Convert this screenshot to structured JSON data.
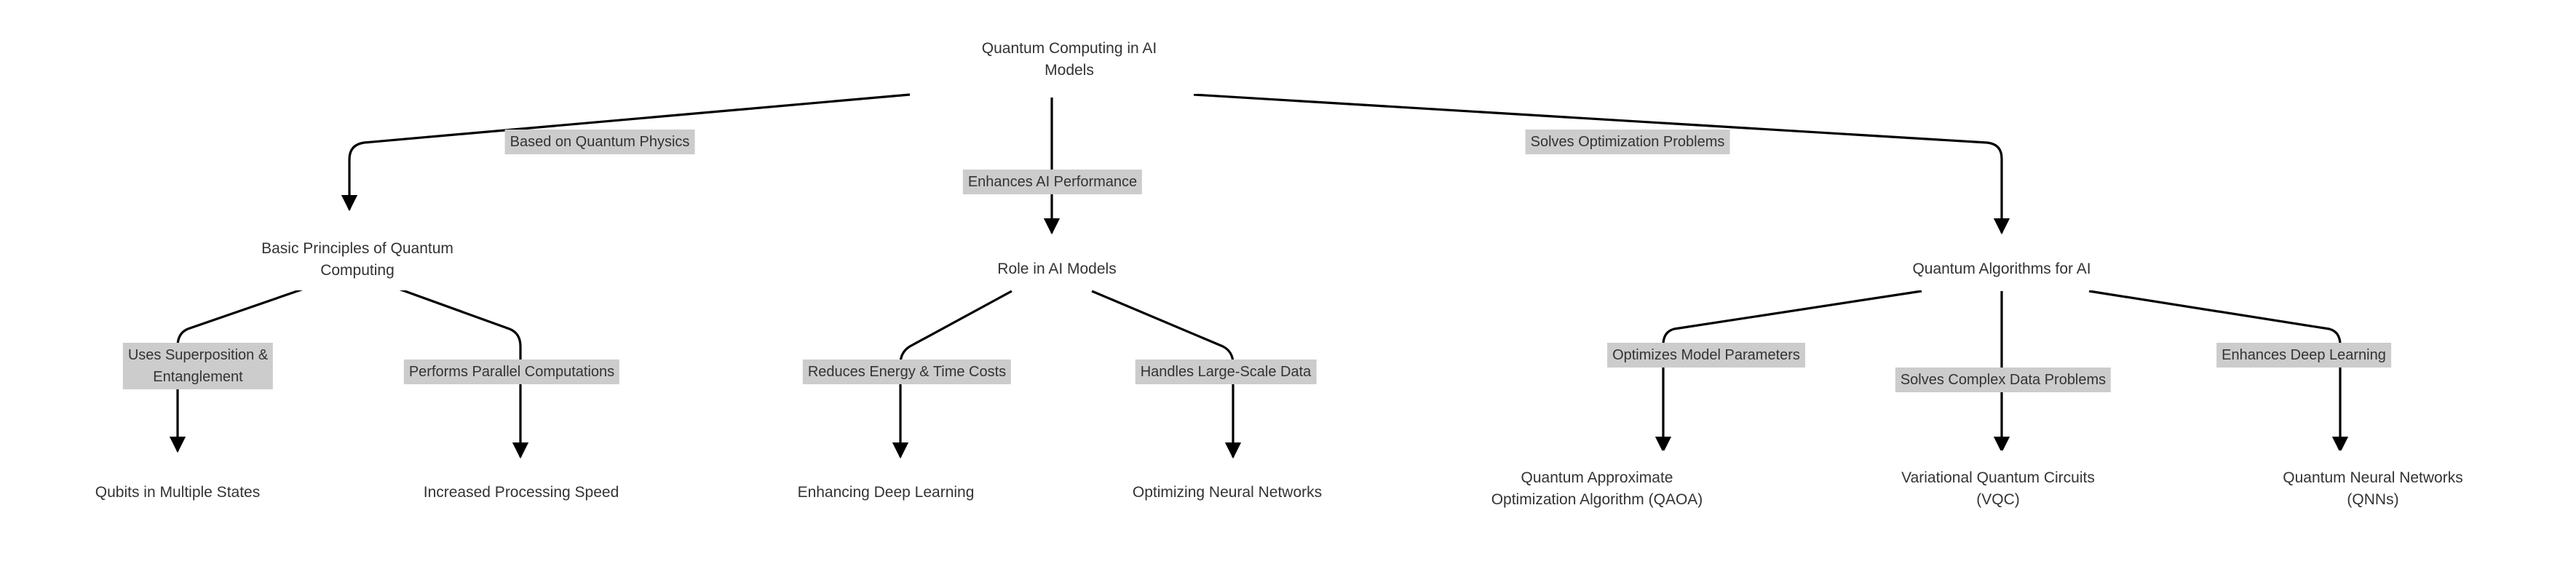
{
  "diagram": {
    "type": "flowchart",
    "orientation": "top-down",
    "title_node_id": "root",
    "palette": {
      "node_border_start": "#0a32ec",
      "node_border_end": "#ec1c5e",
      "node_fill": "#ffffff",
      "node_text": "#333333",
      "edge_stroke": "#000000",
      "edge_label_bg": "#cccccc",
      "edge_label_text": "#333333",
      "canvas_bg": "#ffffff"
    },
    "nodes": [
      {
        "id": "root",
        "label": "Quantum Computing in AI\nModels",
        "level": 0
      },
      {
        "id": "basic",
        "label": "Basic Principles of Quantum\nComputing",
        "level": 1
      },
      {
        "id": "role",
        "label": "Role in AI Models",
        "level": 1
      },
      {
        "id": "algos",
        "label": "Quantum Algorithms for AI",
        "level": 1
      },
      {
        "id": "qubits",
        "label": "Qubits in Multiple States",
        "level": 2
      },
      {
        "id": "speed",
        "label": "Increased Processing Speed",
        "level": 2
      },
      {
        "id": "deeplearn",
        "label": "Enhancing Deep Learning",
        "level": 2
      },
      {
        "id": "optimizenn",
        "label": "Optimizing Neural Networks",
        "level": 2
      },
      {
        "id": "qaoa",
        "label": "Quantum Approximate\nOptimization Algorithm (QAOA)",
        "level": 2
      },
      {
        "id": "vqc",
        "label": "Variational Quantum Circuits\n(VQC)",
        "level": 2
      },
      {
        "id": "qnn",
        "label": "Quantum Neural Networks\n(QNNs)",
        "level": 2
      }
    ],
    "edges": [
      {
        "id": "e1",
        "from": "root",
        "to": "basic",
        "label": "Based on Quantum Physics"
      },
      {
        "id": "e2",
        "from": "root",
        "to": "role",
        "label": "Enhances AI Performance"
      },
      {
        "id": "e3",
        "from": "root",
        "to": "algos",
        "label": "Solves Optimization Problems"
      },
      {
        "id": "e4",
        "from": "basic",
        "to": "qubits",
        "label": "Uses Superposition &\nEntanglement"
      },
      {
        "id": "e5",
        "from": "basic",
        "to": "speed",
        "label": "Performs Parallel Computations"
      },
      {
        "id": "e6",
        "from": "role",
        "to": "deeplearn",
        "label": "Reduces Energy & Time Costs"
      },
      {
        "id": "e7",
        "from": "role",
        "to": "optimizenn",
        "label": "Handles Large-Scale Data"
      },
      {
        "id": "e8",
        "from": "algos",
        "to": "qaoa",
        "label": "Optimizes Model Parameters"
      },
      {
        "id": "e9",
        "from": "algos",
        "to": "vqc",
        "label": "Solves Complex Data Problems"
      },
      {
        "id": "e10",
        "from": "algos",
        "to": "qnn",
        "label": "Enhances Deep Learning"
      }
    ]
  }
}
